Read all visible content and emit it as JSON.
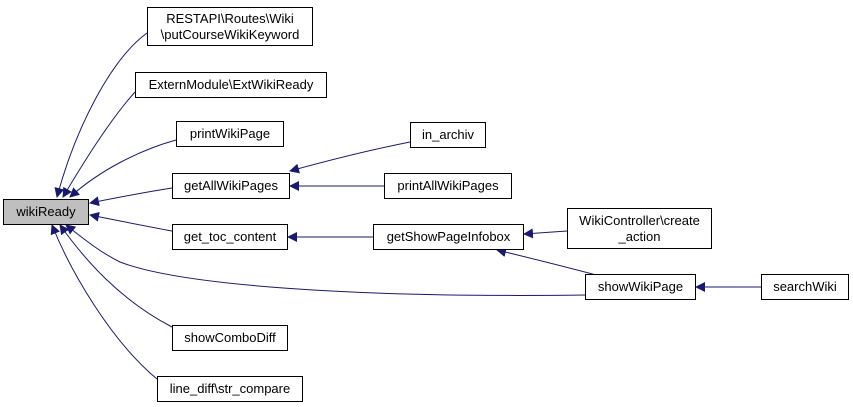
{
  "colors": {
    "edge": "#191970",
    "root_fill": "#bfbfbf",
    "node_fill": "#ffffff",
    "border": "#000000"
  },
  "nodes": {
    "wikiReady": "wikiReady",
    "putCourseWikiKeyword": [
      "RESTAPI\\Routes\\Wiki",
      "\\putCourseWikiKeyword"
    ],
    "ExtWikiReady": "ExternModule\\ExtWikiReady",
    "printWikiPage": "printWikiPage",
    "getAllWikiPages": "getAllWikiPages",
    "get_toc_content": "get_toc_content",
    "showComboDiff": "showComboDiff",
    "str_compare": "line_diff\\str_compare",
    "in_archiv": "in_archiv",
    "printAllWikiPages": "printAllWikiPages",
    "getShowPageInfobox": "getShowPageInfobox",
    "create_action": [
      "WikiController\\create",
      "_action"
    ],
    "showWikiPage": "showWikiPage",
    "searchWiki": "searchWiki"
  }
}
